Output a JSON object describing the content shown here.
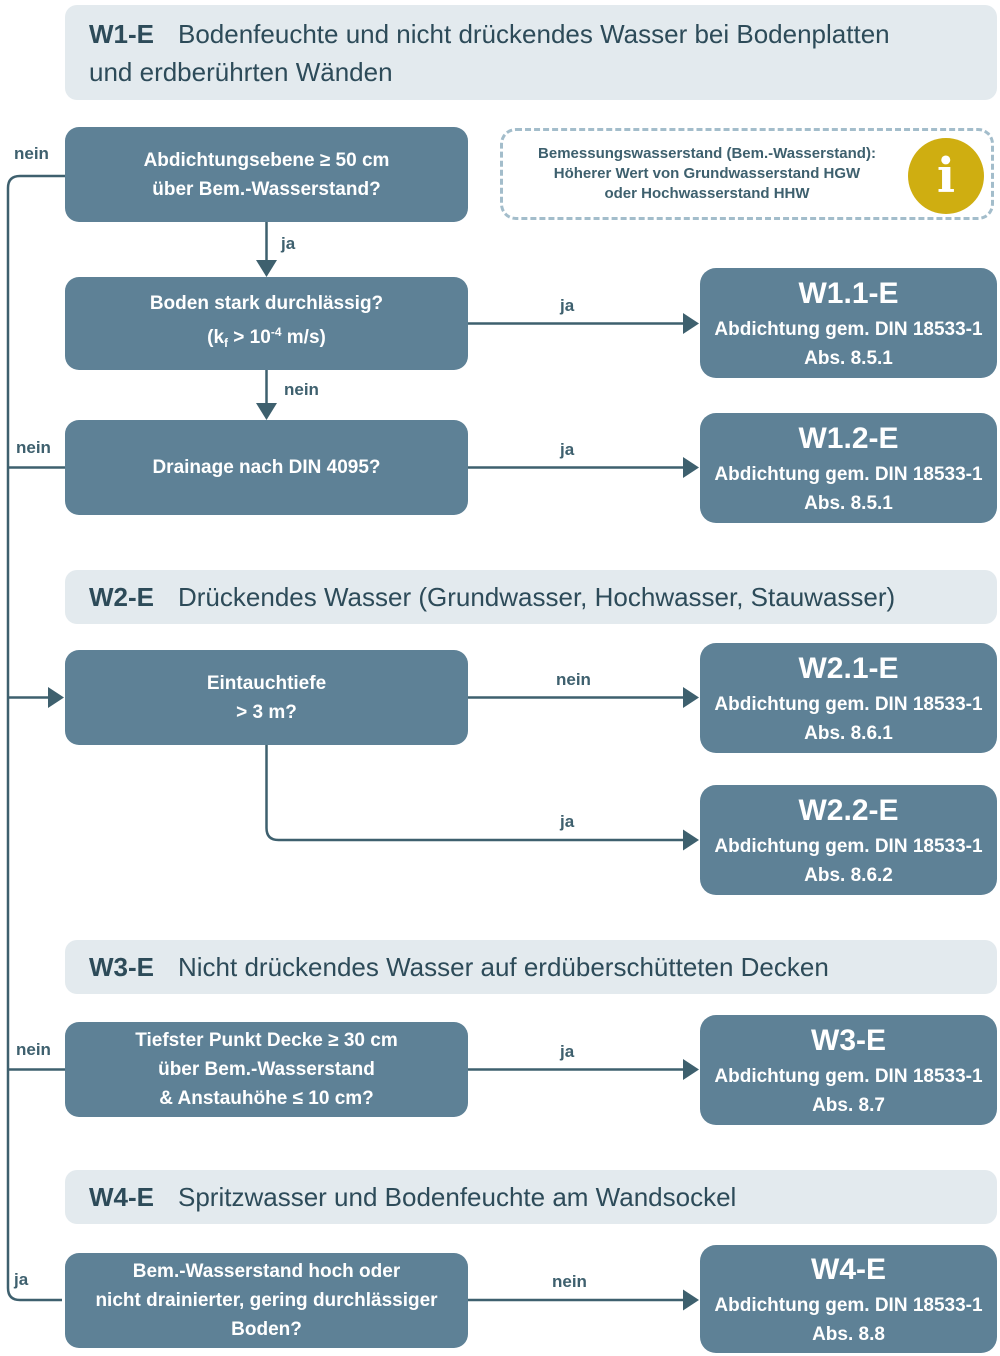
{
  "labels": {
    "ja": "ja",
    "nein": "nein"
  },
  "colors": {
    "box_fill": "#5e8196",
    "header_fill": "#e3eaee",
    "header_text": "#2d4b59",
    "line_color": "#3e606e",
    "box_text": "#ffffff",
    "info_border": "#a3bdcb",
    "info_text": "#3e606e",
    "info_icon_bg": "#cfae11",
    "info_icon_text": "#ffffff"
  },
  "headers": {
    "w1": {
      "code": "W1-E",
      "title_line1": "Bodenfeuchte und nicht drückendes Wasser bei Bodenplatten",
      "title_line2": "und erdberührten Wänden"
    },
    "w2": {
      "code": "W2-E",
      "title": "Drückendes Wasser (Grundwasser, Hochwasser, Stauwasser)"
    },
    "w3": {
      "code": "W3-E",
      "title": "Nicht drückendes Wasser auf erdüberschütteten Decken"
    },
    "w4": {
      "code": "W4-E",
      "title": "Spritzwasser und Bodenfeuchte am Wandsockel"
    }
  },
  "info": {
    "line1": "Bemessungswasserstand (Bem.-Wasserstand):",
    "line2": "Höherer Wert von Grundwasserstand HGW",
    "line3": "oder Hochwasserstand HHW",
    "icon_glyph": "i"
  },
  "decisions": {
    "abdichtungsebene": {
      "line1": "Abdichtungsebene ≥ 50 cm",
      "line2": "über Bem.-Wasserstand?"
    },
    "boden": {
      "line1": "Boden stark durchlässig?",
      "k_open": "(k",
      "k_sub": "f",
      "k_mid": " > 10",
      "k_sup": "-4",
      "k_close": " m/s)"
    },
    "drainage": {
      "line1": "Drainage nach DIN 4095?"
    },
    "eintauchtiefe": {
      "line1": "Eintauchtiefe",
      "line2": "> 3 m?"
    },
    "tiefster_punkt": {
      "line1": "Tiefster Punkt Decke ≥ 30 cm",
      "line2": "über Bem.-Wasserstand",
      "line3": "& Anstauhöhe ≤ 10 cm?"
    },
    "bem_wasserstand": {
      "line1": "Bem.-Wasserstand hoch oder",
      "line2": "nicht drainierter, gering durchlässiger",
      "line3": "Boden?"
    }
  },
  "results": {
    "w11": {
      "code": "W1.1-E",
      "line1": "Abdichtung gem. DIN 18533-1",
      "line2": "Abs. 8.5.1"
    },
    "w12": {
      "code": "W1.2-E",
      "line1": "Abdichtung gem. DIN 18533-1",
      "line2": "Abs. 8.5.1"
    },
    "w21": {
      "code": "W2.1-E",
      "line1": "Abdichtung gem. DIN 18533-1",
      "line2": "Abs. 8.6.1"
    },
    "w22": {
      "code": "W2.2-E",
      "line1": "Abdichtung gem. DIN 18533-1",
      "line2": "Abs. 8.6.2"
    },
    "w3": {
      "code": "W3-E",
      "line1": "Abdichtung gem. DIN 18533-1",
      "line2": "Abs. 8.7"
    },
    "w4": {
      "code": "W4-E",
      "line1": "Abdichtung gem. DIN 18533-1",
      "line2": "Abs. 8.8"
    }
  }
}
